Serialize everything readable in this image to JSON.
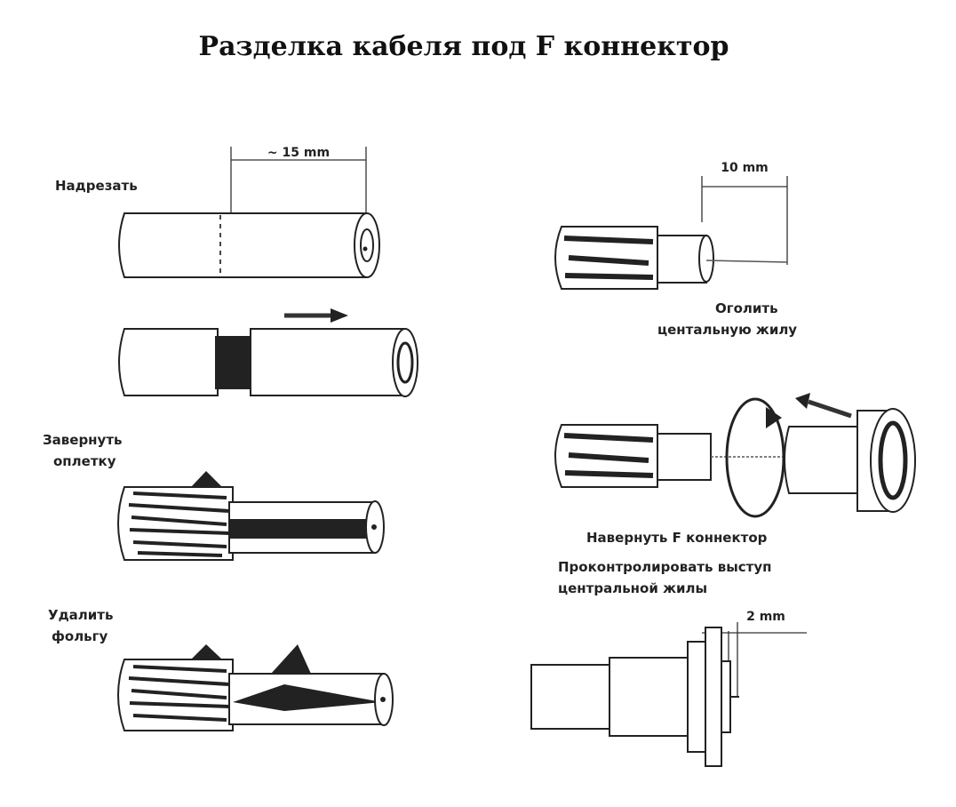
{
  "title": "Разделка кабеля под F коннектор",
  "left_steps": {
    "cut_label": "Надрезать",
    "cut_dimension": "~ 15 mm",
    "fold_braid_label_1": "Завернуть",
    "fold_braid_label_2": "оплетку",
    "remove_foil_label_1": "Удалить",
    "remove_foil_label_2": "фольгу"
  },
  "right_steps": {
    "strip_dimension": "10 mm",
    "strip_label_1": "Оголить",
    "strip_label_2": "центальную жилу",
    "screw_label": "Навернуть F коннектор",
    "check_label_1": "Проконтролировать выступ",
    "check_label_2": "центральной жилы",
    "check_dimension": "2 mm"
  }
}
